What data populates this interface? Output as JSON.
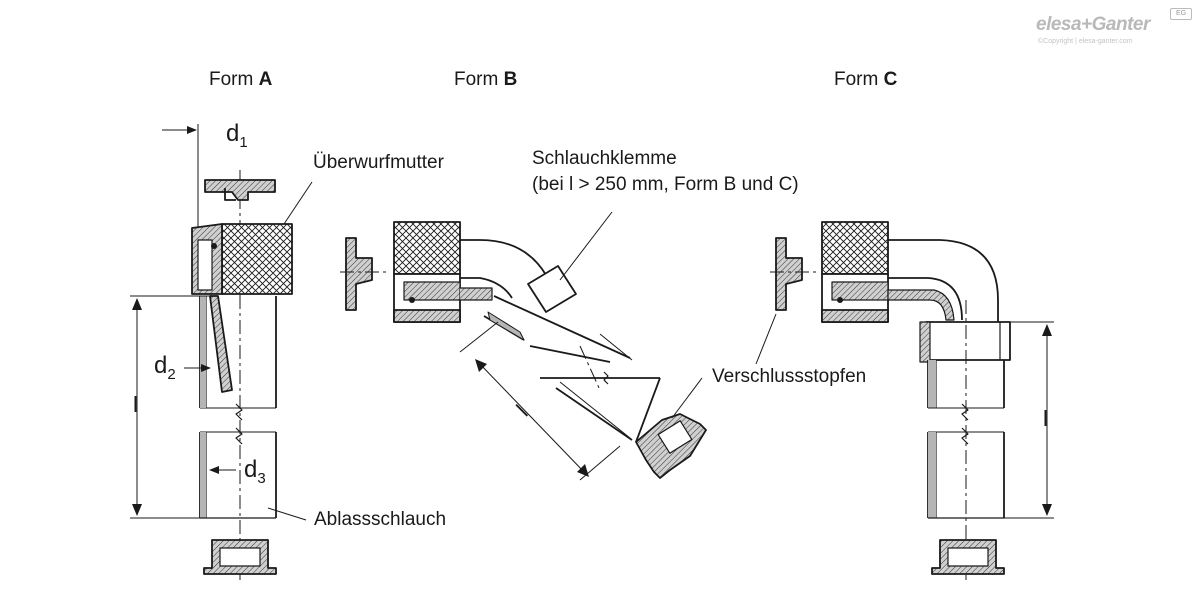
{
  "forms": [
    {
      "prefix": "Form ",
      "letter": "A"
    },
    {
      "prefix": "Form ",
      "letter": "B"
    },
    {
      "prefix": "Form ",
      "letter": "C"
    }
  ],
  "labels": {
    "nut": "Überwurfmutter",
    "clamp_line1": "Schlauchklemme",
    "clamp_line2": "(bei l > 250 mm, Form B und C)",
    "plug": "Verschlussstopfen",
    "hose": "Ablassschlauch"
  },
  "symbols": {
    "d1": {
      "base": "d",
      "sub": "1"
    },
    "d2": {
      "base": "d",
      "sub": "2"
    },
    "d3": {
      "base": "d",
      "sub": "3"
    },
    "l": "l"
  },
  "logo": {
    "brand": "elesa+Ganter",
    "copyright": "©Copyright | elesa-ganter.com",
    "badge": "EG"
  },
  "colors": {
    "line": "#1a1a1a",
    "section_fill": "#b5b5b5",
    "logo": "#b9b9b9"
  }
}
